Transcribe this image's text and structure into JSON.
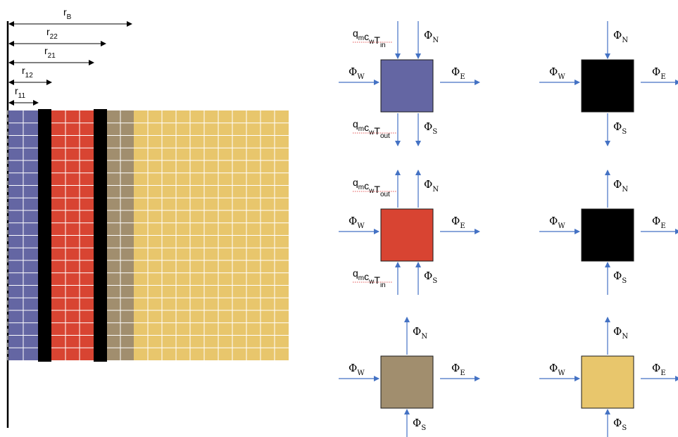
{
  "colors": {
    "purple": "#6466a3",
    "black": "#000000",
    "red": "#d84432",
    "tan": "#a18e6e",
    "yellow": "#e8c66c",
    "arrow": "#4472c4",
    "grid": "#ffffff"
  },
  "radius_labels": [
    {
      "id": "rB",
      "main": "r",
      "sub": "B"
    },
    {
      "id": "r22",
      "main": "r",
      "sub": "22"
    },
    {
      "id": "r21",
      "main": "r",
      "sub": "21"
    },
    {
      "id": "r12",
      "main": "r",
      "sub": "12"
    },
    {
      "id": "r11",
      "main": "r",
      "sub": "11"
    }
  ],
  "grid_layers": [
    {
      "name": "fluid",
      "color": "purple",
      "cols": 2
    },
    {
      "name": "pipe-wall",
      "color": "black",
      "cols": 1
    },
    {
      "name": "grout",
      "color": "red",
      "cols": 3
    },
    {
      "name": "pipe-wall-2",
      "color": "black",
      "cols": 1
    },
    {
      "name": "borehole-wall",
      "color": "tan",
      "cols": 2
    },
    {
      "name": "ground",
      "color": "yellow",
      "cols": 11
    }
  ],
  "flux": {
    "W": {
      "main": "Φ",
      "sub": "W"
    },
    "E": {
      "main": "Φ",
      "sub": "E"
    },
    "N": {
      "main": "Φ",
      "sub": "N"
    },
    "S": {
      "main": "Φ",
      "sub": "S"
    }
  },
  "advection": {
    "in": {
      "q": "q",
      "q_sub": "m",
      "c": "c",
      "c_sub": "w",
      "T": "T",
      "T_sub": "in"
    },
    "out": {
      "q": "q",
      "q_sub": "m",
      "c": "c",
      "c_sub": "w",
      "T": "T",
      "T_sub": "out"
    }
  },
  "control_volumes": [
    {
      "id": "cv-purple",
      "color": "purple",
      "advection_top": "in",
      "advection_bottom": "out",
      "vertical_flow": "down"
    },
    {
      "id": "cv-black-1",
      "color": "black",
      "vertical_flow": "down"
    },
    {
      "id": "cv-red",
      "color": "red",
      "advection_top": "out",
      "advection_bottom": "in",
      "vertical_flow": "up"
    },
    {
      "id": "cv-black-2",
      "color": "black",
      "vertical_flow": "up"
    },
    {
      "id": "cv-tan",
      "color": "tan",
      "vertical_flow": "up"
    },
    {
      "id": "cv-yellow",
      "color": "yellow",
      "vertical_flow": "up"
    }
  ]
}
